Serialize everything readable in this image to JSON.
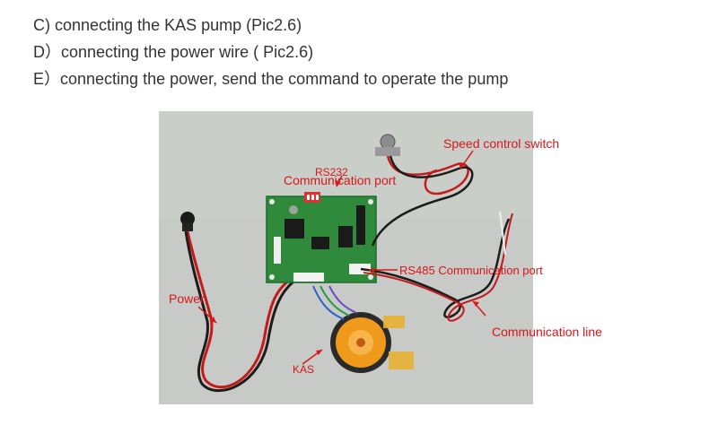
{
  "steps": {
    "c": "C) connecting the KAS pump (Pic2.6)",
    "d": "D）connecting the power wire ( Pic2.6)",
    "e": "E）connecting the power, send the command to operate the pump"
  },
  "photo": {
    "labels": {
      "speed_control_switch": "Speed control switch",
      "rs232": "RS232",
      "communication_port": "Communication port",
      "rs485_port": "RS485 Communication port",
      "power": "Power",
      "communication_line": "Communication line",
      "kas": "KAS"
    },
    "colors": {
      "annotation": "#d8171a",
      "background": "#c9ccc8",
      "board": "#2f8a3c",
      "pump": "#f09a1c"
    }
  }
}
